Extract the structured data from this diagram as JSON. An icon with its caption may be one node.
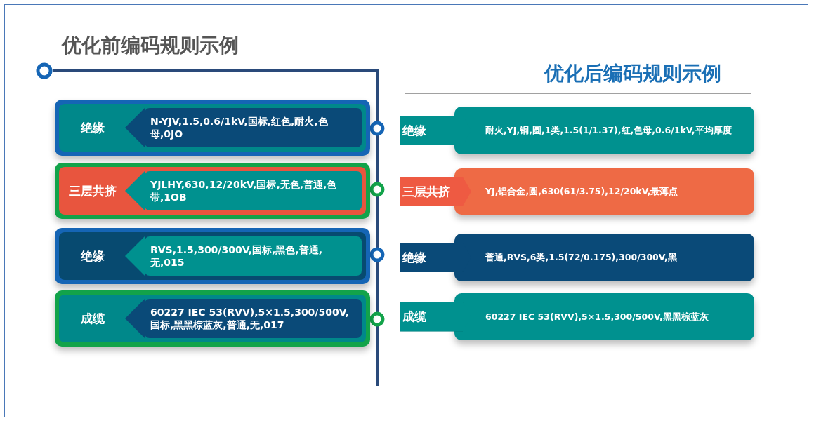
{
  "diagram": {
    "nodes": [
      {
        "text": [
          "绝缘",
          "N-YJV,1.5,0.6/1kV,国标,红色,耐火,色母,0JO"
        ]
      },
      {
        "text": [
          "三层共挤",
          "YJLHY,630,12/20kV,国标,无色,普通,色带,1OB"
        ]
      },
      {
        "text": [
          "绝缘",
          "RVS,1.5,300/300V,国标,黑色,普通,无,015"
        ]
      },
      {
        "text": [
          "成缆",
          "60227 IEC 53(RVV),5×1.5,300/500V,国标,黑黑棕蓝灰,普通,无,017"
        ]
      },
      {
        "text": [
          "绝缘",
          "耐火,YJ,铜,圆,1类,1.5(1/1.37),红,色母,0.6/1kV,平均厚度"
        ]
      },
      {
        "text": [
          "三层共挤",
          "YJ,铝合金,圆,630(61/3.75),12/20kV,最薄点"
        ]
      },
      {
        "text": [
          "绝缘",
          "普通,RVS,6类,1.5(72/0.175),300/300V,黑"
        ]
      },
      {
        "text": [
          "成缆",
          "60227 IEC 53(RVV),5×1.5,300/500V,黑黑棕蓝灰"
        ]
      }
    ],
    "labels": [
      "优化前编码规则示例",
      "优化后编码规则示例"
    ]
  }
}
